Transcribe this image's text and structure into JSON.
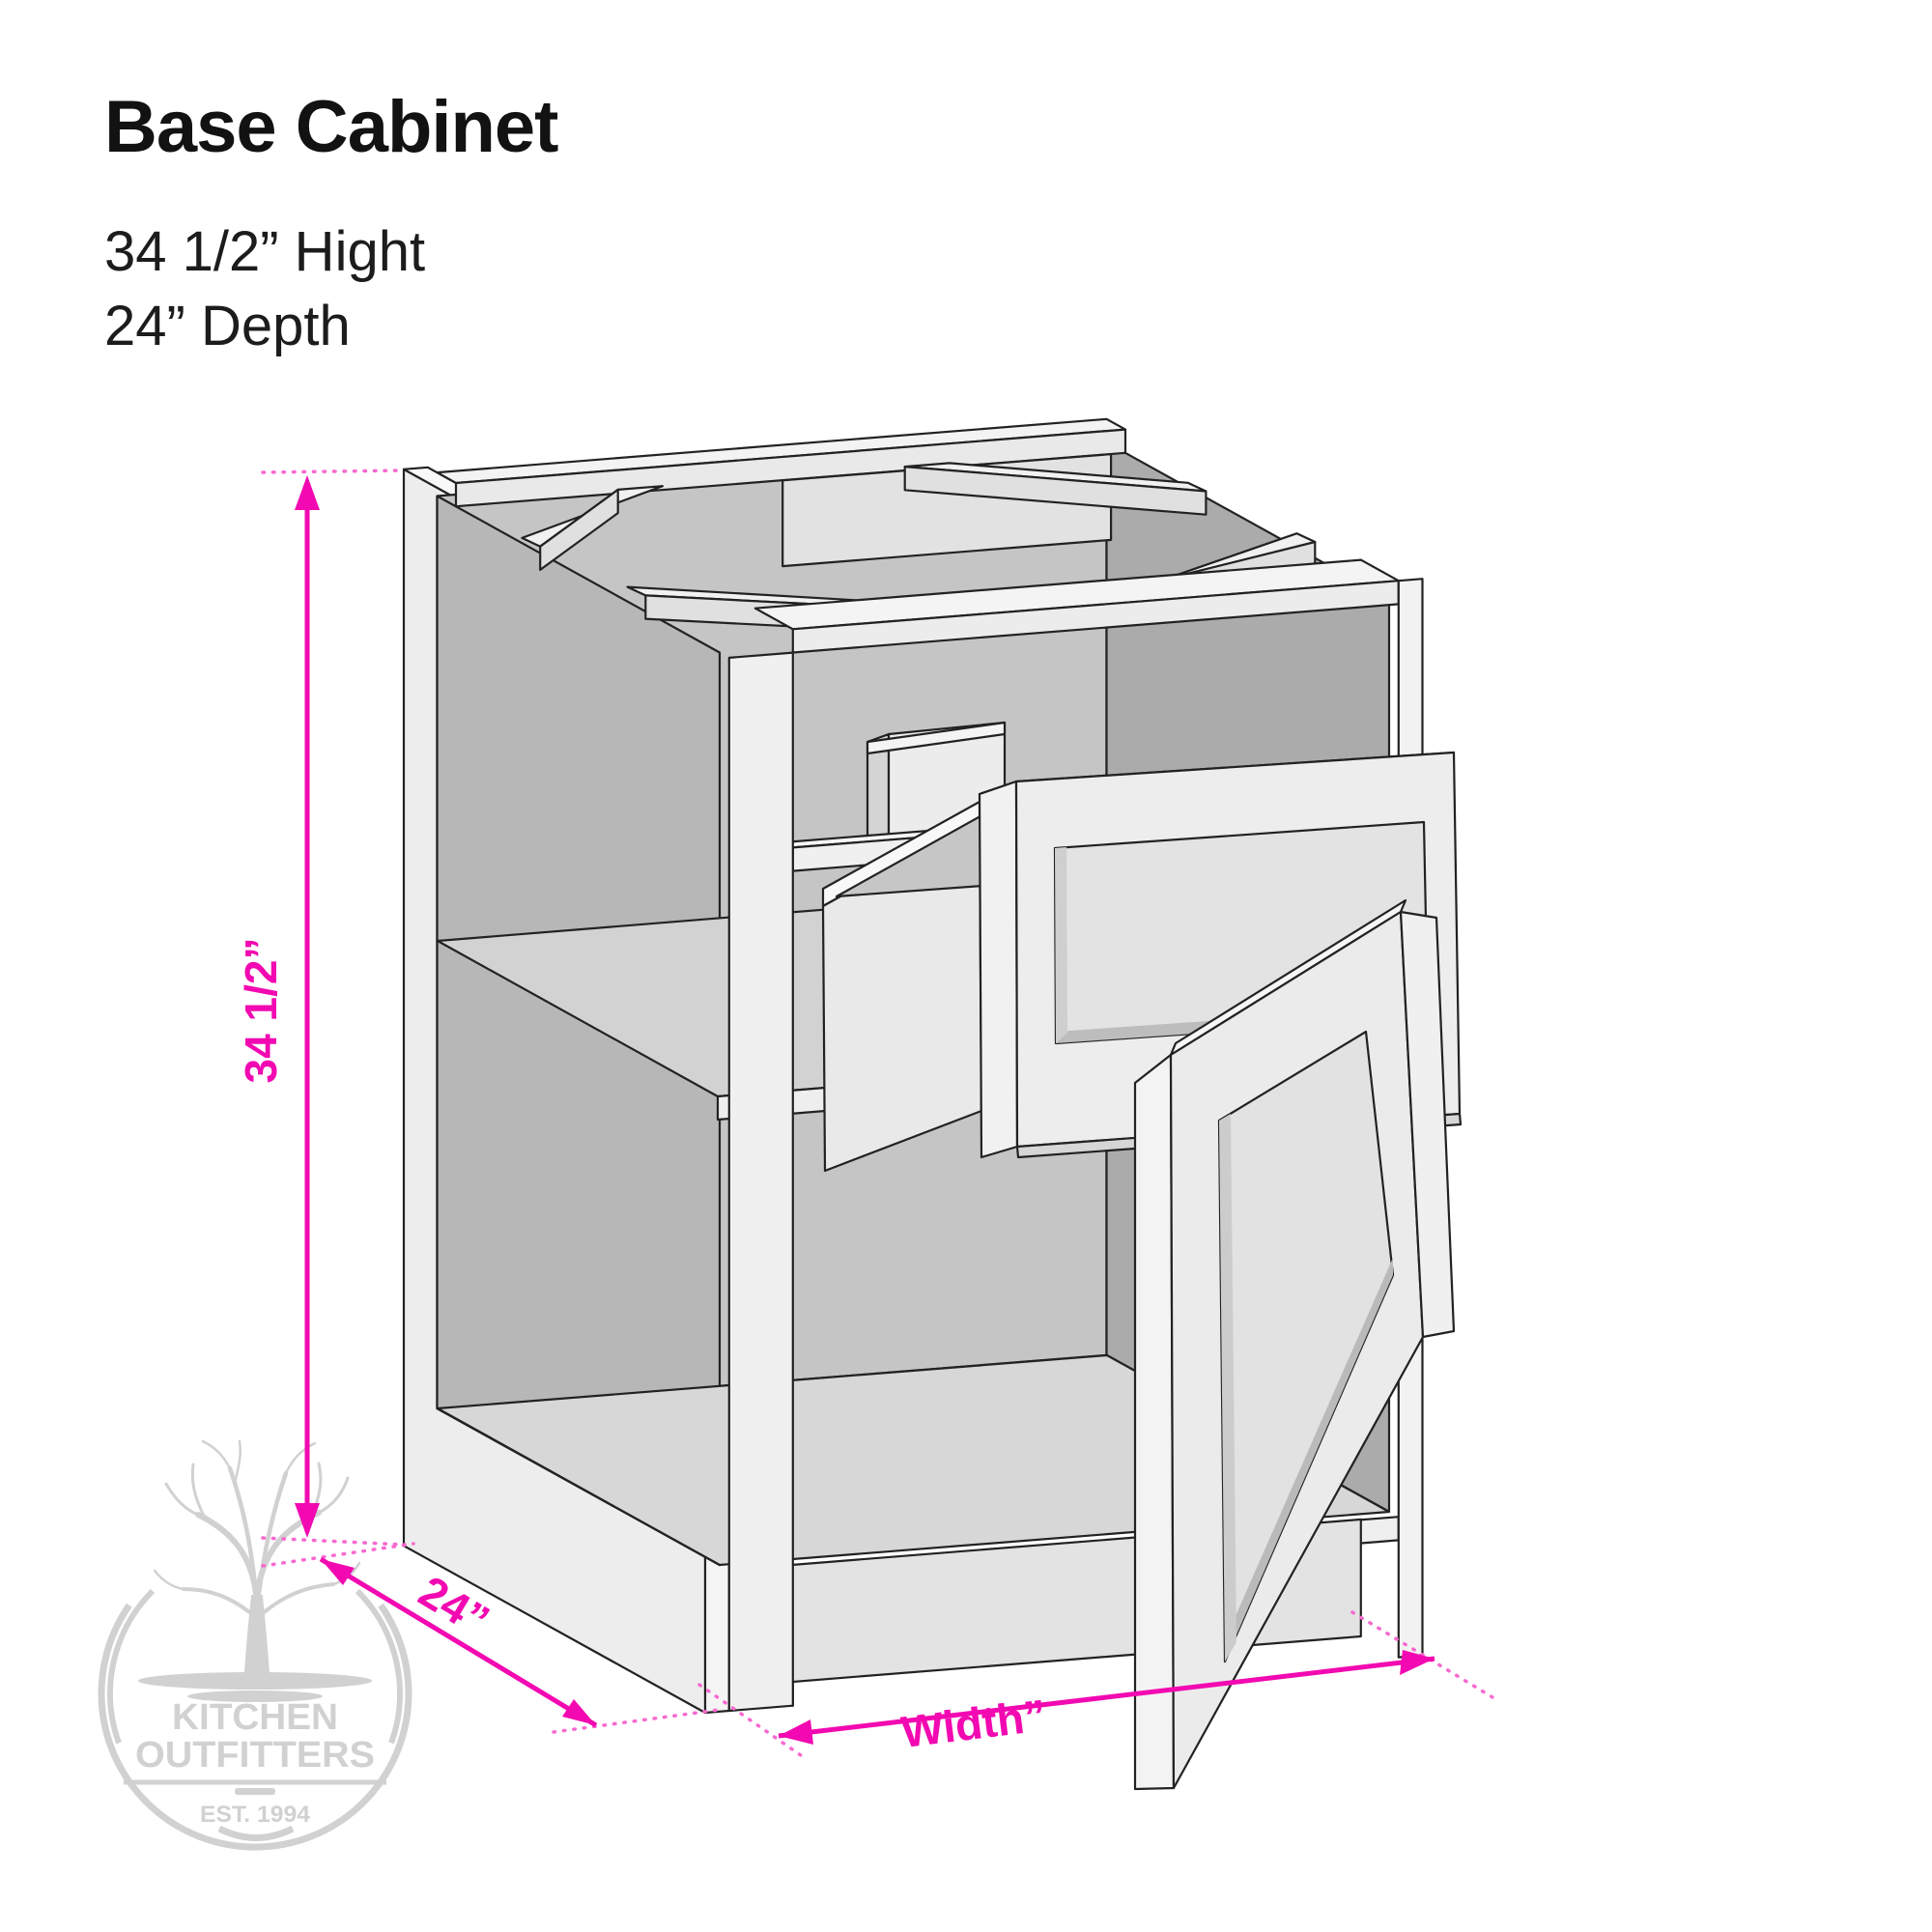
{
  "header": {
    "title": "Base Cabinet",
    "subtitle_line1": "34 1/2” Hight",
    "subtitle_line2": "24” Depth"
  },
  "dimensions": {
    "height_label": "34 1/2”",
    "depth_label": "24”",
    "width_label": "Width”"
  },
  "watermark": {
    "name_line1": "KITCHEN",
    "name_line2": "OUTFITTERS",
    "established": "EST. 1994"
  },
  "colors": {
    "accent": "#f209b1",
    "accent_dotted": "#f769d0",
    "watermark_gray": "#c9c9c9",
    "panel_light": "#ededed",
    "interior_dark": "#b7b7b7",
    "line": "#222222"
  }
}
